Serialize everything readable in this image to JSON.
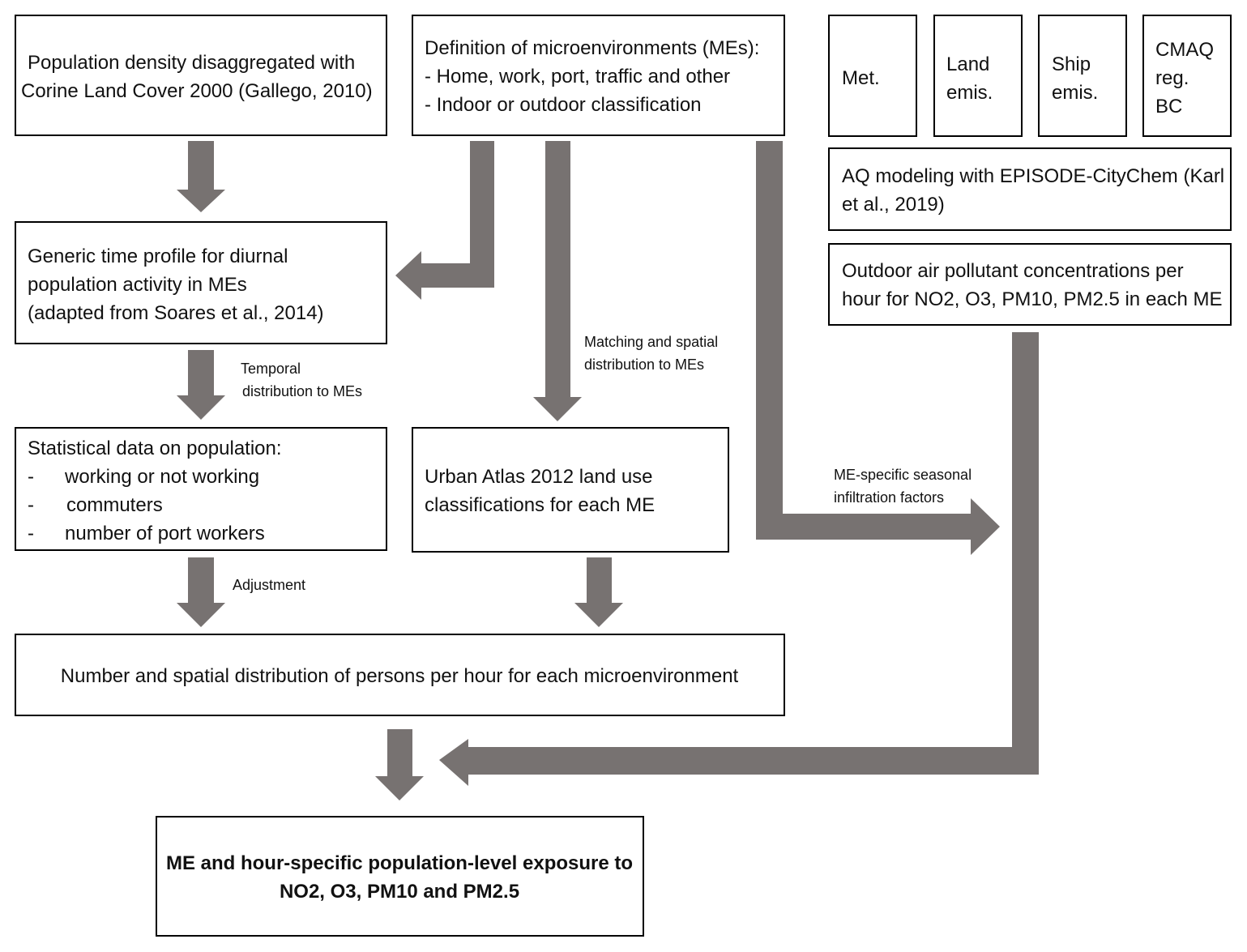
{
  "boxes": {
    "population_density": [
      "Population density disaggregated with",
      "Corine Land Cover 2000 (Gallego, 2010)"
    ],
    "microenvironments": [
      "Definition of microenvironments (MEs):",
      "- Home, work, port, traffic and other",
      "- Indoor or  outdoor classification"
    ],
    "met": "Met.",
    "land_emis": [
      "Land",
      "emis."
    ],
    "ship_emis": [
      "Ship",
      "emis."
    ],
    "cmaq": [
      "CMAQ",
      "reg.",
      "BC"
    ],
    "aq_modeling": [
      "AQ modeling with EPISODE-CityChem (Karl",
      "et al.,  2019)"
    ],
    "outdoor_concentrations": [
      "Outdoor air pollutant concentrations  per",
      "hour for NO2, O3, PM10, PM2.5 in each ME"
    ],
    "time_profile": [
      "Generic time profile for diurnal",
      "population activity in MEs",
      "(adapted from Soares et al., 2014)"
    ],
    "statistical_data": {
      "title": "Statistical data on population:",
      "items": [
        {
          "bullet": "-",
          "text": "working  or  not working"
        },
        {
          "bullet": "-",
          "text": "commuters"
        },
        {
          "bullet": "-",
          "text": "number of port workers"
        }
      ]
    },
    "urban_atlas": [
      "Urban Atlas 2012 land use",
      "classifications for each ME"
    ],
    "persons_distribution": "Number  and spatial distribution of persons per hour for each microenvironment",
    "exposure": [
      "ME and hour-specific population-level exposure to",
      "NO2, O3, PM10 and PM2.5"
    ]
  },
  "labels": {
    "temporal": [
      "Temporal",
      "distribution to MEs"
    ],
    "matching": [
      "Matching and spatial",
      "distribution to MEs"
    ],
    "infiltration": [
      "ME-specific seasonal",
      "infiltration factors"
    ],
    "adjustment": "Adjustment"
  },
  "colors": {
    "arrow": "#777271",
    "border": "#000000"
  }
}
